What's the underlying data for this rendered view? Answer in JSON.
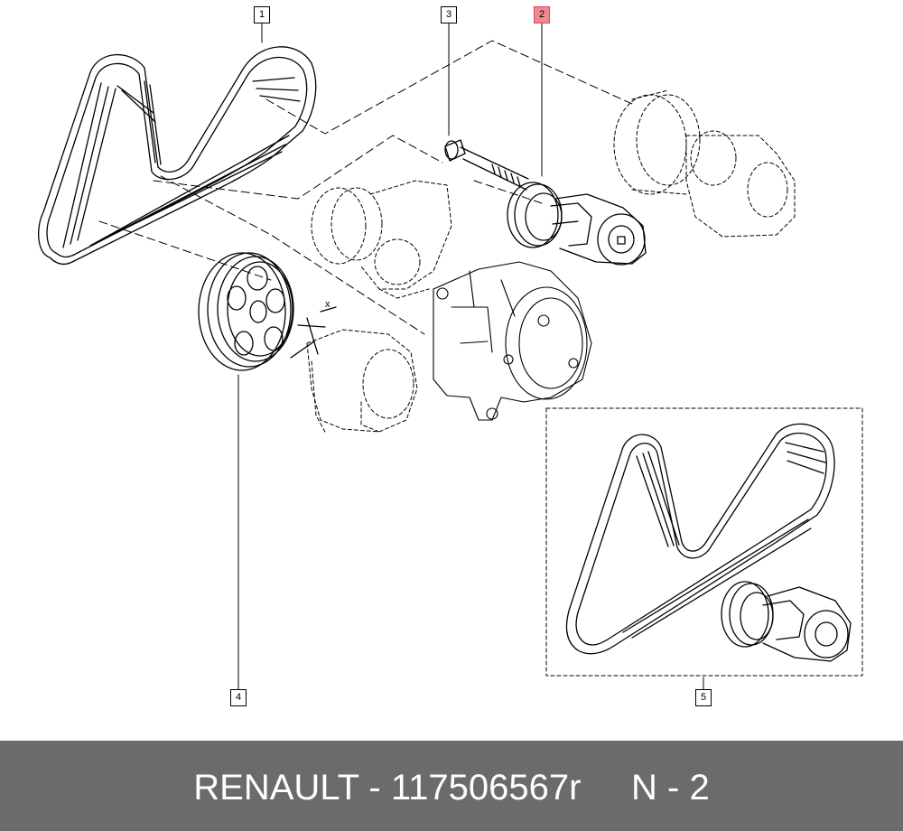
{
  "diagram": {
    "callouts": [
      {
        "id": "1",
        "highlighted": false
      },
      {
        "id": "2",
        "highlighted": true
      },
      {
        "id": "3",
        "highlighted": false
      },
      {
        "id": "4",
        "highlighted": false
      },
      {
        "id": "5",
        "highlighted": false
      }
    ],
    "dimension_label": "x",
    "colors": {
      "line": "#000000",
      "highlight_fill": "#f2898f",
      "footer_bg": "#6b6b6b",
      "footer_text": "#ffffff"
    }
  },
  "footer": {
    "brand": "RENAULT",
    "separator": "-",
    "part_number": "117506567r",
    "position_label": "N - 2"
  }
}
